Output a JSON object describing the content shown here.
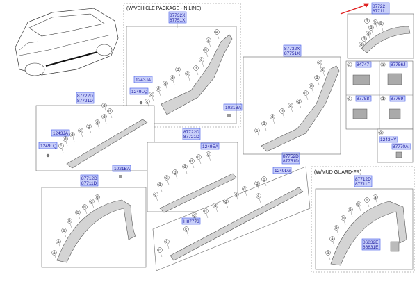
{
  "captions": {
    "n_line": "(W/VEHICLE PACKAGE - N LINE)",
    "mud_guard": "(W/MUD GUARD-FR)"
  },
  "labels": {
    "top_right_a": "87722",
    "top_right_b": "87711",
    "n_line_a": "87732X",
    "n_line_b": "87751X",
    "screw_1243ja_a": "1243JA",
    "clip_1249lq_a": "1249LQ",
    "mid_right_a": "87732X",
    "mid_right_b": "87751X",
    "grommet_1021ba_a": "1021BA",
    "rocker_left_a": "87722D",
    "rocker_left_b": "87721D",
    "screw_1243ja_b": "1243JA",
    "clip_1249lq_b": "1249LQ",
    "center_a": "87722D",
    "center_b": "87721D",
    "clip_1249ea": "1249EA",
    "arch_left_a": "87712D",
    "arch_left_b": "87711D",
    "grommet_1021ba_b": "1021BA",
    "sill_a": "87752D",
    "sill_b": "87751D",
    "clip_1249lg": "1249LG",
    "clip_h87773": "H87773",
    "mud_a": "87712D",
    "mud_b": "87711D",
    "mud_c": "86832E",
    "mud_d": "86831E"
  },
  "legend": {
    "a": "84747",
    "b": "87756J",
    "c": "87758",
    "d": "87769",
    "e1": "1243HY",
    "e2": "87770A"
  },
  "callout_letters": [
    "a",
    "b",
    "c",
    "d",
    "e"
  ],
  "colors": {
    "highlight": "#3a52e8",
    "arrow": "#e02020"
  }
}
